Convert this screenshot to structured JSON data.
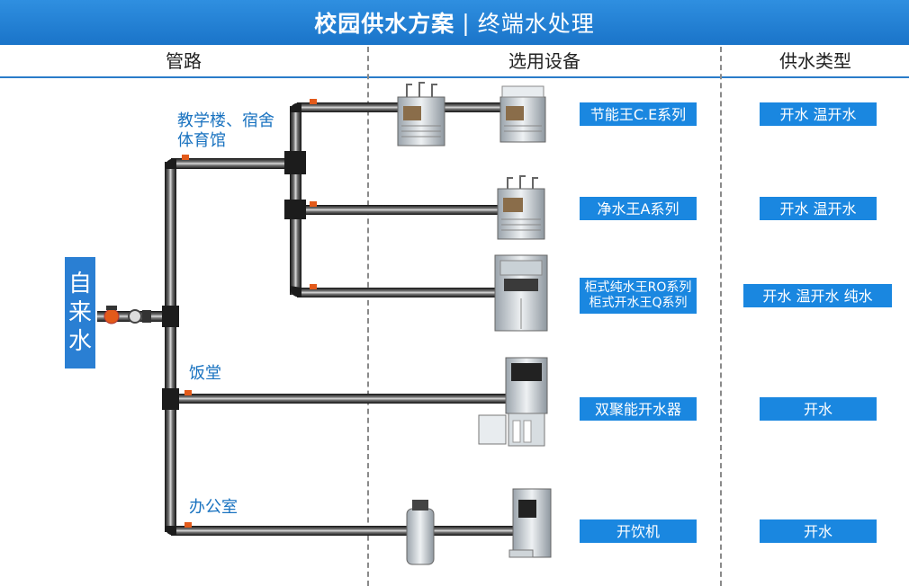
{
  "header": {
    "title": "校园供水方案",
    "separator": "|",
    "subtitle": "终端水处理"
  },
  "columns": {
    "pipes": "管路",
    "equipment": "选用设备",
    "water_type": "供水类型"
  },
  "source": {
    "chars": [
      "自",
      "来",
      "水"
    ]
  },
  "areas": {
    "teaching_line1": "教学楼、宿舍",
    "teaching_line2": "体育馆",
    "canteen": "饭堂",
    "office": "办公室"
  },
  "equipment": [
    {
      "lines": [
        "节能王C.E系列"
      ]
    },
    {
      "lines": [
        "净水王A系列"
      ]
    },
    {
      "lines": [
        "柜式纯水王RO系列",
        "柜式开水王Q系列"
      ]
    },
    {
      "lines": [
        "双聚能开水器"
      ]
    },
    {
      "lines": [
        "开饮机"
      ]
    }
  ],
  "water_types": [
    "开水 温开水",
    "开水 温开水",
    "开水 温开水 纯水",
    "开水",
    "开水"
  ],
  "colors": {
    "accent": "#1a87e0",
    "title_bar": "#1f7fd6",
    "pipe": "#1c1c1c",
    "valve": "#e35a1a"
  }
}
